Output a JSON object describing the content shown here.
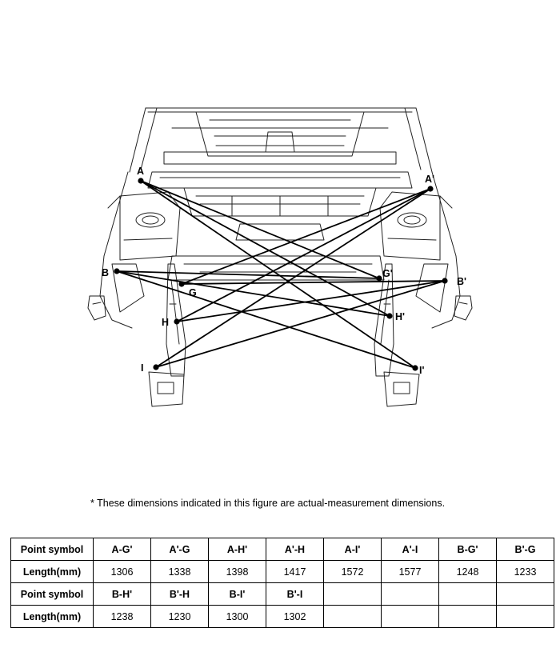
{
  "diagram": {
    "points": [
      {
        "id": "A",
        "label": "A"
      },
      {
        "id": "A2",
        "label": "A'"
      },
      {
        "id": "B",
        "label": "B"
      },
      {
        "id": "B2",
        "label": "B'"
      },
      {
        "id": "G",
        "label": "G"
      },
      {
        "id": "G2",
        "label": "G'"
      },
      {
        "id": "H",
        "label": "H"
      },
      {
        "id": "H2",
        "label": "H'"
      },
      {
        "id": "I",
        "label": "I"
      },
      {
        "id": "I2",
        "label": "I'"
      }
    ],
    "lines": [
      [
        "A",
        "G2"
      ],
      [
        "A2",
        "G"
      ],
      [
        "A",
        "H2"
      ],
      [
        "A2",
        "H"
      ],
      [
        "A",
        "I2"
      ],
      [
        "A2",
        "I"
      ],
      [
        "B",
        "G2"
      ],
      [
        "B2",
        "G"
      ],
      [
        "B",
        "H2"
      ],
      [
        "B2",
        "H"
      ],
      [
        "B",
        "I2"
      ],
      [
        "B2",
        "I"
      ]
    ]
  },
  "note": "*  These dimensions indicated in this figure are actual-measurement dimensions.",
  "table": {
    "rows": [
      {
        "header": "Point symbol",
        "cells": [
          "A-G'",
          "A'-G",
          "A-H'",
          "A'-H",
          "A-I'",
          "A'-I",
          "B-G'",
          "B'-G"
        ]
      },
      {
        "header": "Length(mm)",
        "cells": [
          "1306",
          "1338",
          "1398",
          "1417",
          "1572",
          "1577",
          "1248",
          "1233"
        ]
      },
      {
        "header": "Point symbol",
        "cells": [
          "B-H'",
          "B'-H",
          "B-I'",
          "B'-I",
          "",
          "",
          "",
          ""
        ]
      },
      {
        "header": "Length(mm)",
        "cells": [
          "1238",
          "1230",
          "1300",
          "1302",
          "",
          "",
          "",
          ""
        ]
      }
    ]
  }
}
